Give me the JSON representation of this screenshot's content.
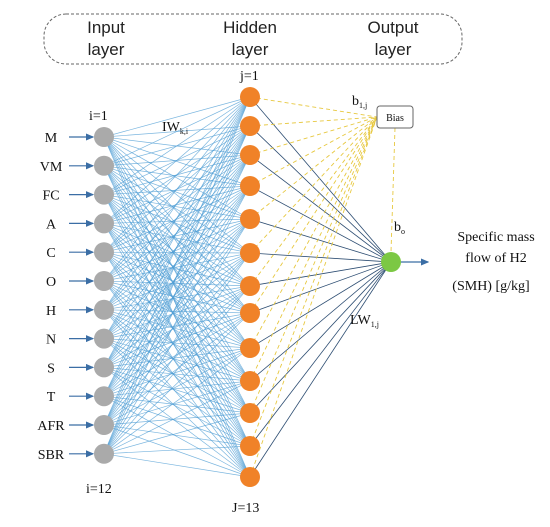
{
  "header": {
    "input": [
      "Input",
      "layer"
    ],
    "hidden": [
      "Hidden",
      "layer"
    ],
    "output": [
      "Output",
      "layer"
    ]
  },
  "inputs": [
    "M",
    "VM",
    "FC",
    "A",
    "C",
    "O",
    "H",
    "N",
    "S",
    "T",
    "AFR",
    "SBR"
  ],
  "labels": {
    "i_first": "i=1",
    "i_last": "i=12",
    "j_first": "j=1",
    "j_last": "J=13",
    "iw_main": "IW",
    "iw_sub": "k,i",
    "lw_main": "LW",
    "lw_sub": "1,j",
    "b1_main": "b",
    "b1_sub": "1,j",
    "bo_main": "b",
    "bo_sub": "o",
    "bias": "Bias"
  },
  "output_text": [
    "Specific mass",
    "flow of H2",
    "(SMH) [g/kg]"
  ],
  "hidden_count": 13,
  "colors": {
    "input_node": "#aaaaaa",
    "hidden_node": "#f08228",
    "output_node": "#7cc844",
    "in_hidden_lines": "#4f9ed4",
    "hidden_out_lines": "#2d4d72",
    "bias_lines": "#e7c840"
  }
}
